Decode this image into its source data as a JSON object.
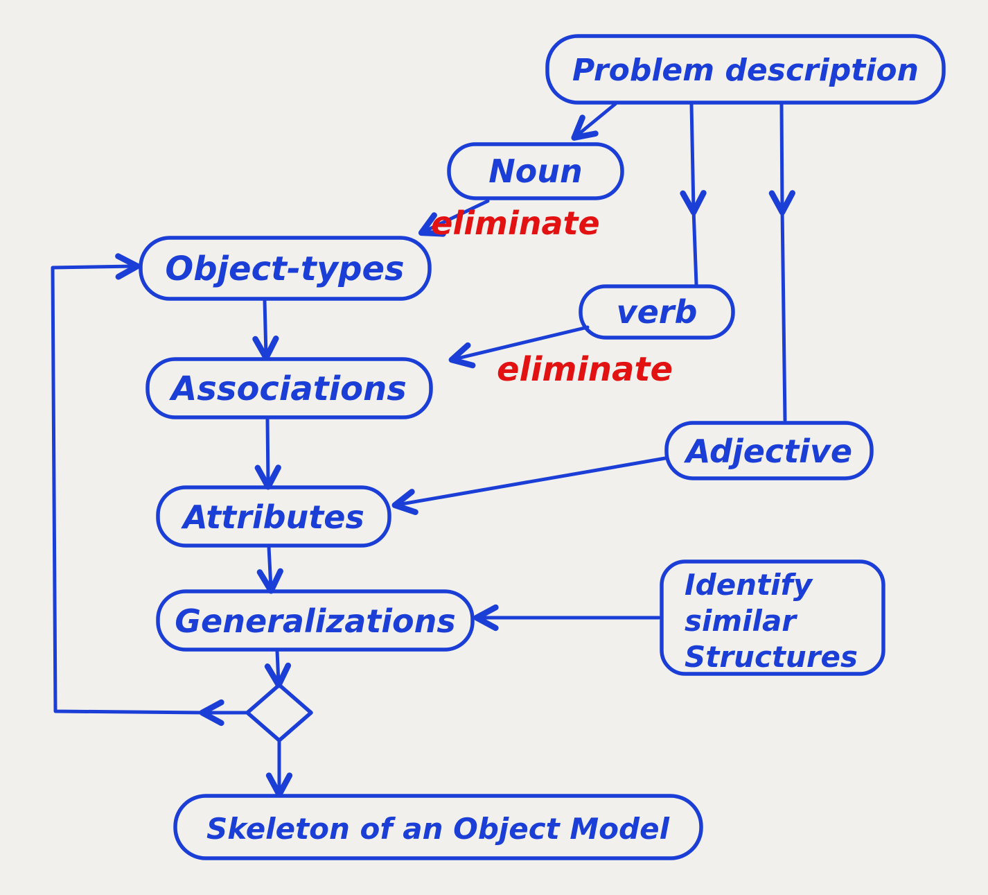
{
  "diagram": {
    "description": "Hand-drawn flowchart: deriving a skeleton of an object model from a problem description",
    "colors": {
      "ink": "#1b3fd6",
      "accent_red": "#e31212",
      "paper": "#f2f0ec"
    },
    "nodes": {
      "problem_description": {
        "label": "Problem description"
      },
      "noun": {
        "label": "Noun"
      },
      "object_types": {
        "label": "Object-types"
      },
      "verb": {
        "label": "verb"
      },
      "associations": {
        "label": "Associations"
      },
      "adjective": {
        "label": "Adjective"
      },
      "attributes": {
        "label": "Attributes"
      },
      "identify_similar": {
        "lines": [
          "Identify",
          "similar",
          "Structures"
        ]
      },
      "generalizations": {
        "label": "Generalizations"
      },
      "skeleton": {
        "label": "Skeleton of an Object Model"
      }
    },
    "edge_labels": {
      "eliminate_noun": "eliminate",
      "eliminate_verb": "eliminate"
    }
  }
}
